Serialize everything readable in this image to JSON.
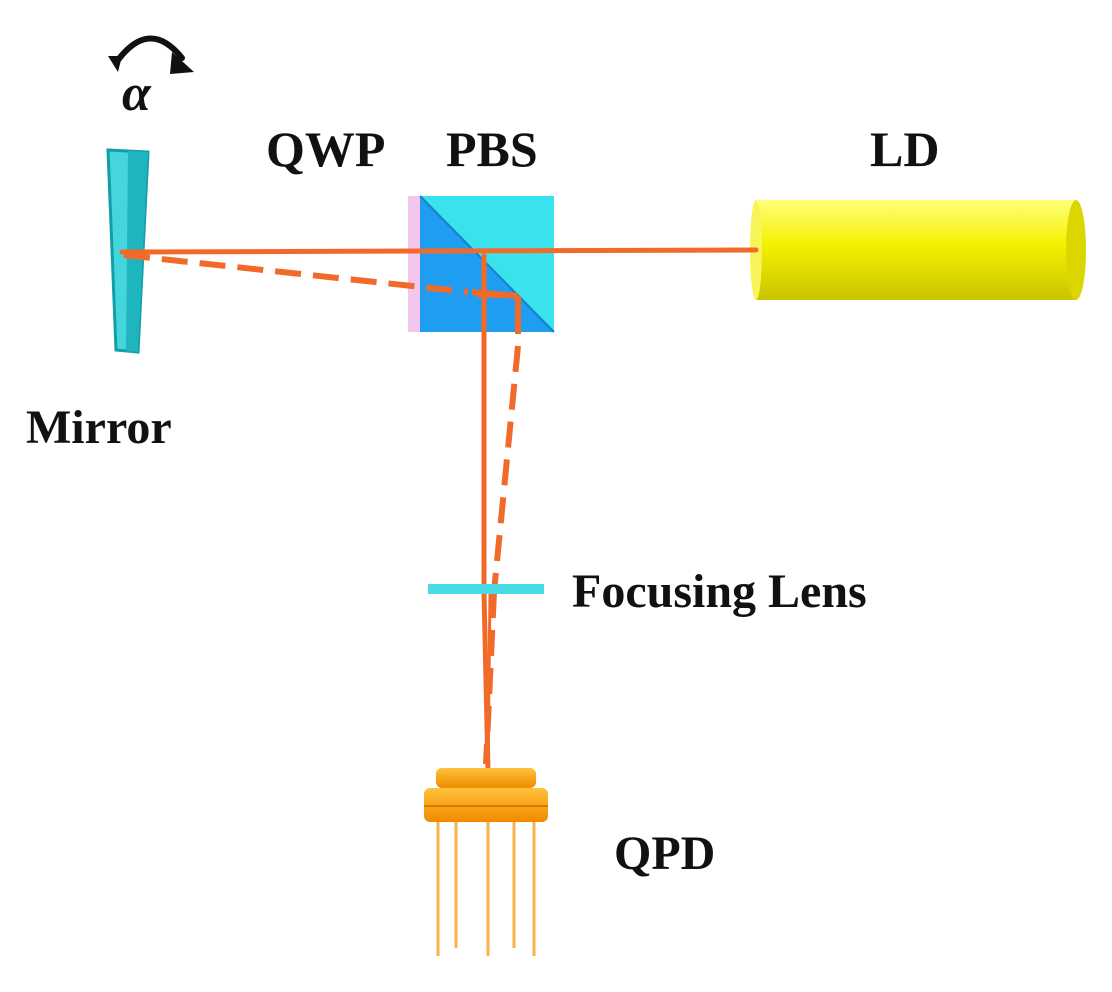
{
  "labels": {
    "alpha": "α",
    "qwp": "QWP",
    "pbs": "PBS",
    "ld": "LD",
    "mirror": "Mirror",
    "focusing_lens": "Focusing Lens",
    "qpd": "QPD"
  },
  "colors": {
    "beam": "#f26a2a",
    "mirror": "#44d6dc",
    "mirror_edge": "#139ea7",
    "pbs_front": "#1f9df0",
    "pbs_back": "#39e3ee",
    "qwp": "#f3c6ee",
    "laser": "#f4f000",
    "laser_shade": "#c7c300",
    "lens": "#47dbe4",
    "qpd": "#f59a00",
    "qpd_pins": "#f7b24a"
  },
  "icons": {
    "rotation": "curved-arrow-icon"
  }
}
